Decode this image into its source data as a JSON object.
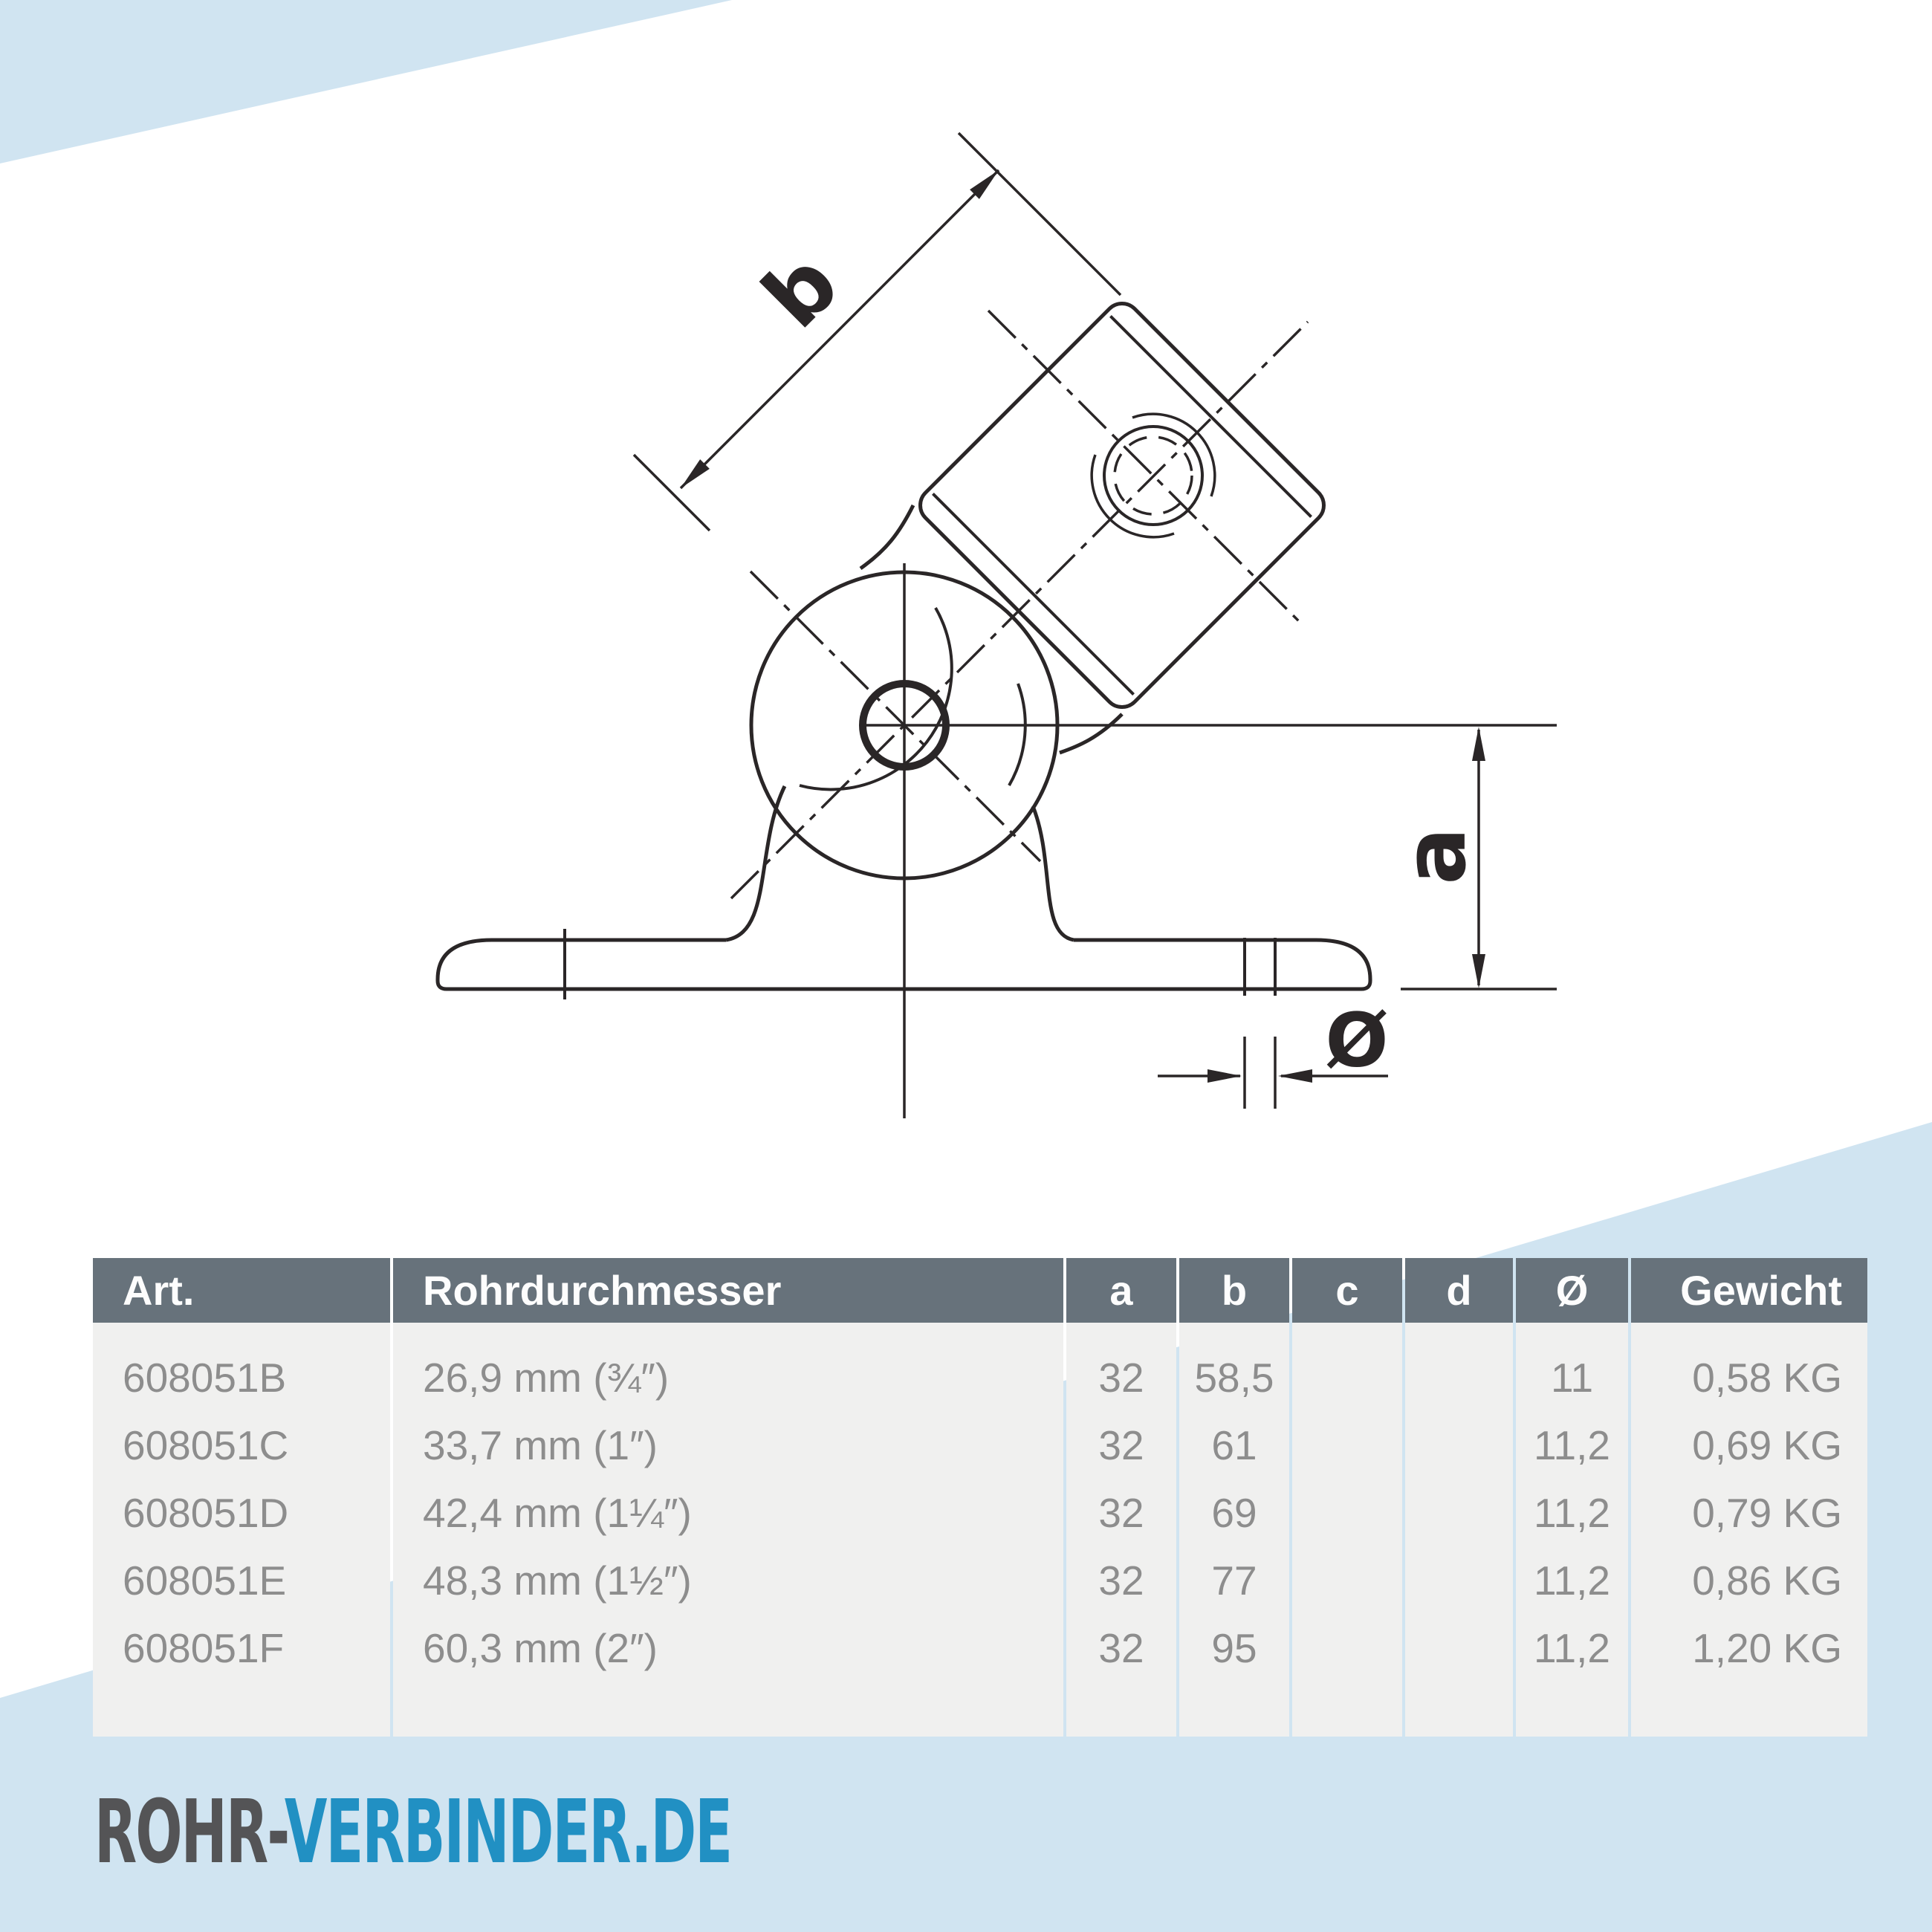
{
  "drawing": {
    "dim_b_label": "b",
    "dim_a_label": "a",
    "dim_diameter_label": "Ø"
  },
  "table": {
    "headers": [
      "Art.",
      "Rohrdurchmesser",
      "a",
      "b",
      "c",
      "d",
      "Ø",
      "Gewicht"
    ],
    "rows": [
      {
        "art": "608051B",
        "rohr": "26,9 mm (¾″)",
        "a": "32",
        "b": "58,5",
        "c": "",
        "d": "",
        "dia": "11",
        "gewicht": "0,58 KG"
      },
      {
        "art": "608051C",
        "rohr": "33,7 mm (1″)",
        "a": "32",
        "b": "61",
        "c": "",
        "d": "",
        "dia": "11,2",
        "gewicht": "0,69 KG"
      },
      {
        "art": "608051D",
        "rohr": "42,4 mm (1¼″)",
        "a": "32",
        "b": "69",
        "c": "",
        "d": "",
        "dia": "11,2",
        "gewicht": "0,79 KG"
      },
      {
        "art": "608051E",
        "rohr": "48,3 mm (1½″)",
        "a": "32",
        "b": "77",
        "c": "",
        "d": "",
        "dia": "11,2",
        "gewicht": "0,86 KG"
      },
      {
        "art": "608051F",
        "rohr": "60,3 mm (2″)",
        "a": "32",
        "b": "95",
        "c": "",
        "d": "",
        "dia": "11,2",
        "gewicht": "1,20 KG"
      }
    ]
  },
  "logo": {
    "part1": "ROHR-",
    "part2": "VERBINDER.DE"
  },
  "colors": {
    "accent_blue_bg": "#d0e4f1",
    "table_header_bg": "#67727b",
    "table_body_bg": "#f0f0ef",
    "table_text": "#8d8d8d",
    "logo_gray": "#545456",
    "logo_blue": "#2190c3",
    "line_color": "#2a2627"
  }
}
